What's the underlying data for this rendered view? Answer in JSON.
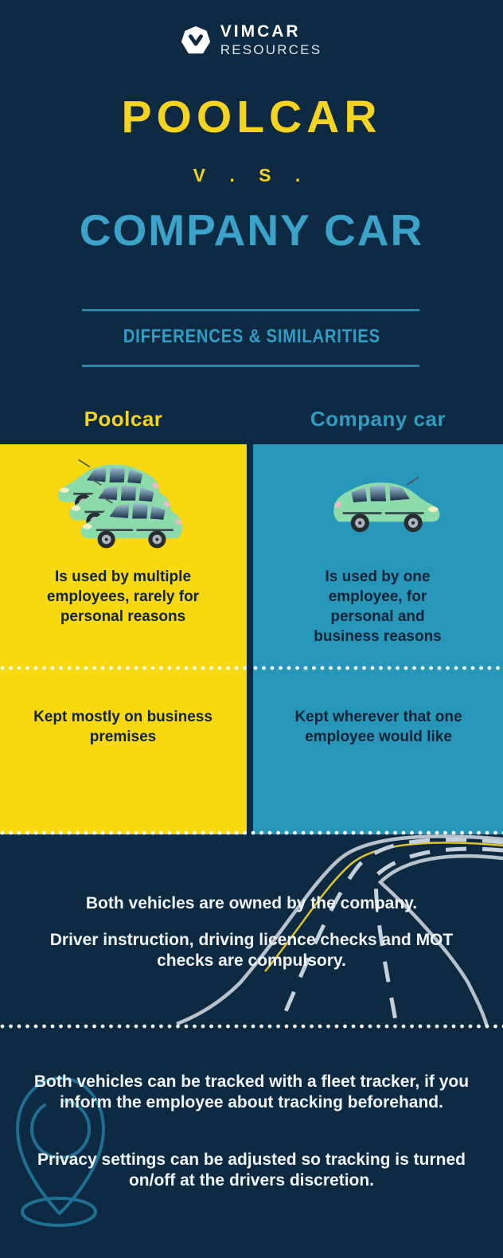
{
  "colors": {
    "background_navy": "#0E2942",
    "panel_yellow": "#F8D80E",
    "panel_teal": "#2697B9",
    "accent_yellow": "#F5D321",
    "accent_teal": "#3BA3CA",
    "divider_line_teal": "#2D84AB",
    "dark_text": "#112338",
    "white_text": "#F2F5F7",
    "car_body_green": "#8CDCAB",
    "road_gray": "#B7C2CC",
    "road_yellow": "#DFC32A",
    "pin_teal": "#1E7093"
  },
  "header": {
    "brand": "VIMCAR",
    "subtitle": "RESOURCES",
    "logo_icon": "vimcar-hexagon-chevron-icon"
  },
  "title": {
    "line1": "POOLCAR",
    "vs": "V . S .",
    "line2": "COMPANY CAR",
    "subtitle": "DIFFERENCES & SIMILARITIES"
  },
  "table": {
    "columns": [
      {
        "header": "Poolcar"
      },
      {
        "header": "Company car"
      }
    ],
    "rows": [
      {
        "left": "Is used by multiple employees, rarely for personal reasons",
        "right": "Is used by one employee, for personal and business reasons"
      },
      {
        "left": "Kept mostly on business premises",
        "right": "Kept wherever that one employee would like"
      }
    ],
    "illustrations": {
      "left": "three-green-poolcars",
      "right": "single-green-company-car"
    }
  },
  "similarities": {
    "ownership": {
      "p1": "Both vehicles are owned by the company.",
      "p2": "Driver instruction, driving licence checks and MOT checks are compulsory."
    },
    "tracking": {
      "p1": "Both vehicles can be tracked with a fleet tracker, if you inform the employee about tracking beforehand.",
      "p2": "Privacy settings can be adjusted so tracking is turned on/off at the drivers discretion."
    }
  },
  "decorations": {
    "road": "winding-road-illustration",
    "pin": "location-pin-illustration"
  }
}
